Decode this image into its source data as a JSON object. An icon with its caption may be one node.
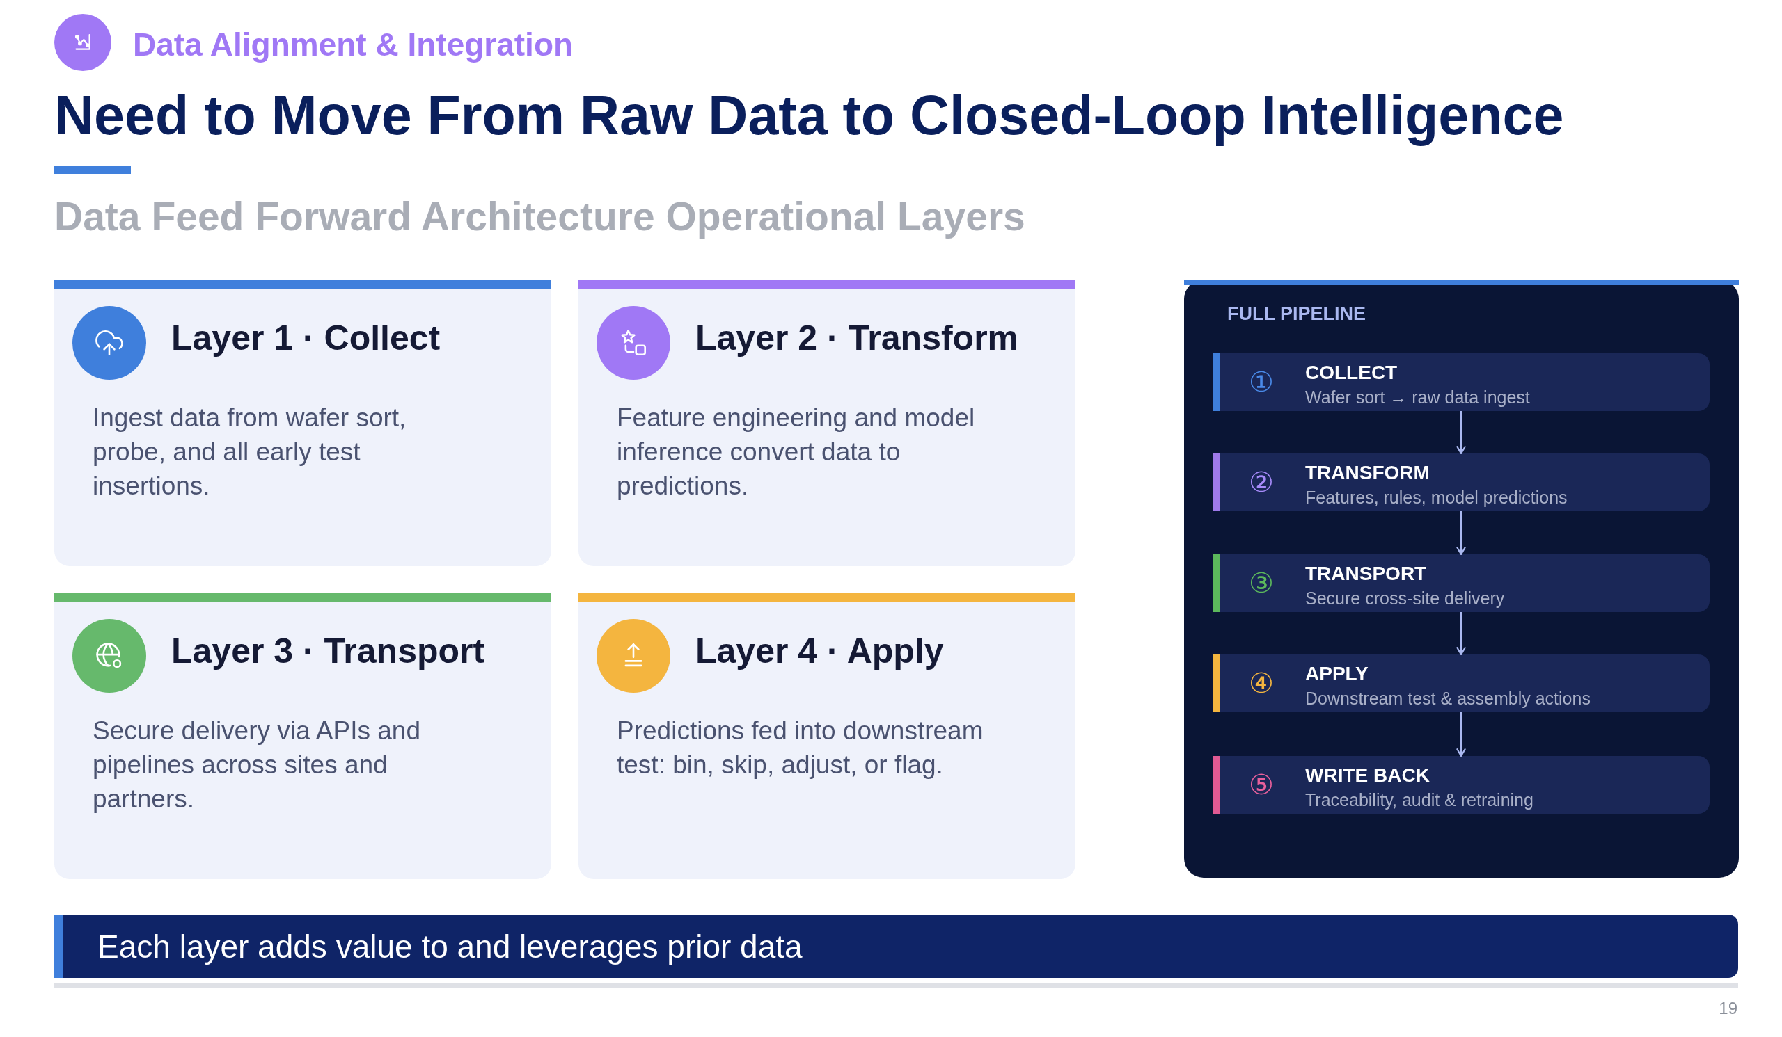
{
  "diagram": {
    "title": "Need to Move From Raw Data to Closed-Loop Intelligence",
    "nodes": [
      {
        "text": [
          "Layer 1 · Collect",
          "Ingest data from wafer sort, probe, and all early test insertions."
        ]
      },
      {
        "text": [
          "Layer 2 · Transform",
          "Feature engineering and model inference convert data to predictions."
        ]
      },
      {
        "text": [
          "Layer 3 · Transport",
          "Secure delivery via APIs and pipelines across sites and partners."
        ]
      },
      {
        "text": [
          "Layer 4 · Apply",
          "Predictions fed into downstream test: bin, skip, adjust, or flag."
        ]
      },
      {
        "text": [
          "FULL PIPELINE"
        ]
      },
      {
        "text": [
          "①",
          "COLLECT",
          "Wafer sort → raw data ingest"
        ],
        "in": 4
      },
      {
        "text": [
          "②",
          "TRANSFORM",
          "Features, rules, model predictions"
        ],
        "in": 4
      },
      {
        "text": [
          "③",
          "TRANSPORT",
          "Secure cross-site delivery"
        ],
        "in": 4
      },
      {
        "text": [
          "④",
          "APPLY",
          "Downstream test & assembly actions"
        ],
        "in": 4
      },
      {
        "text": [
          "⑤",
          "WRITE BACK",
          "Traceability, audit & retraining"
        ],
        "in": 4
      },
      {
        "text": [
          "Each layer adds value to and leverages prior data"
        ]
      }
    ],
    "edges": [
      {
        "from": 5,
        "to": 6,
        "arrow": "to"
      },
      {
        "from": 6,
        "to": 7,
        "arrow": "to"
      },
      {
        "from": 7,
        "to": 8,
        "arrow": "to"
      },
      {
        "from": 8,
        "to": 9,
        "arrow": "to"
      }
    ],
    "labels": [
      "Data Alignment & Integration",
      "Data Feed Forward Architecture Operational Layers",
      "19"
    ]
  }
}
